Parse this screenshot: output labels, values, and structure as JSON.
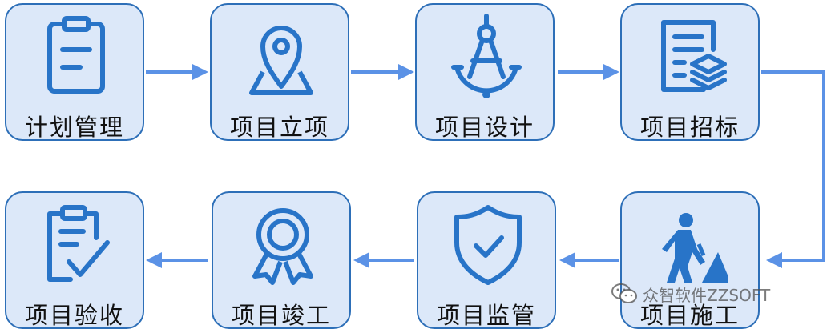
{
  "steps": [
    {
      "label": "计划管理",
      "icon": "clipboard-icon"
    },
    {
      "label": "项目立项",
      "icon": "map-pin-icon"
    },
    {
      "label": "项目设计",
      "icon": "compass-icon"
    },
    {
      "label": "项目招标",
      "icon": "document-layers-icon"
    },
    {
      "label": "项目施工",
      "icon": "construction-worker-icon"
    },
    {
      "label": "项目监管",
      "icon": "shield-check-icon"
    },
    {
      "label": "项目竣工",
      "icon": "award-ribbon-icon"
    },
    {
      "label": "项目验收",
      "icon": "clipboard-check-icon"
    }
  ],
  "watermark": {
    "text": "众智软件ZZSOFT",
    "icon": "wechat-icon"
  },
  "colors": {
    "card_fill": "#dce8f9",
    "card_border": "#2d6fb8",
    "icon": "#2874c8",
    "arrow": "#5b92e6"
  }
}
